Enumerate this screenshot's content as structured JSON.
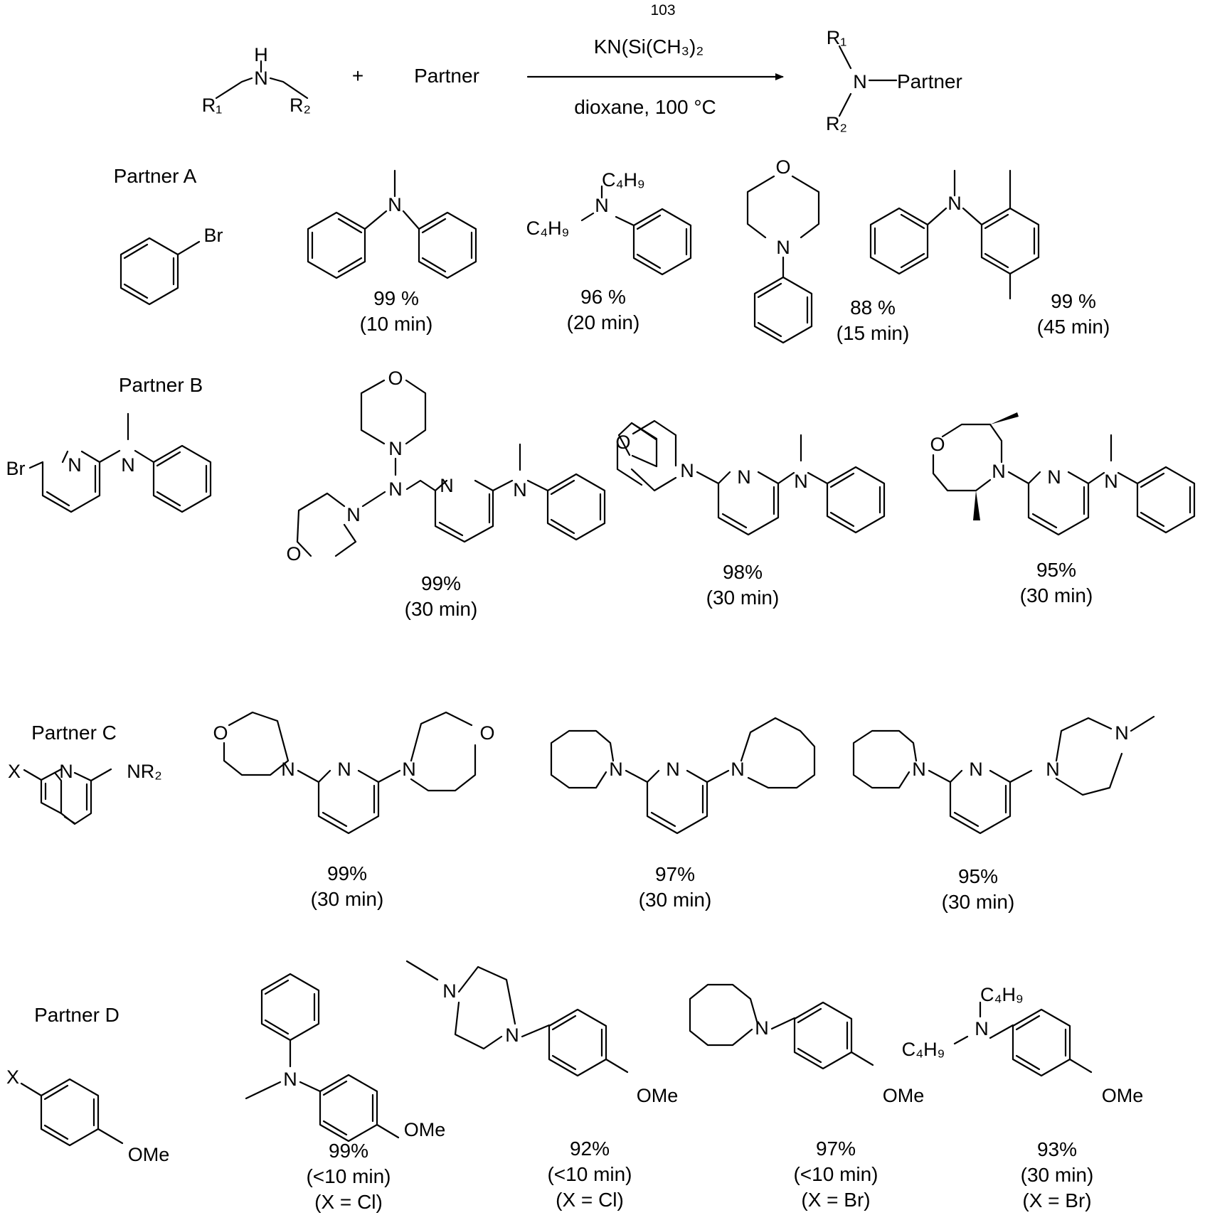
{
  "page_number": "103",
  "reaction": {
    "reactant_partner": "Partner",
    "plus": "+",
    "reagent": "KN(Si(CH₃)₂",
    "conditions": "dioxane, 100 °C",
    "product_partner": "Partner"
  },
  "atoms": {
    "N": "N",
    "H": "H",
    "O": "O",
    "Br": "Br",
    "X": "X",
    "OMe": "OMe",
    "R1": "R₁",
    "R2": "R₂",
    "C4H9": "C₄H₉",
    "NR2": "NR₂"
  },
  "rows": [
    {
      "label": "Partner A",
      "products": [
        {
          "yield": "99 %",
          "time": "(10 min)"
        },
        {
          "yield": "96 %",
          "time": "(20 min)"
        },
        {
          "yield": "88 %",
          "time": "(15 min)"
        },
        {
          "yield": "99 %",
          "time": "(45 min)"
        }
      ]
    },
    {
      "label": "Partner B",
      "products": [
        {
          "yield": "99%",
          "time": "(30 min)"
        },
        {
          "yield": "98%",
          "time": "(30 min)"
        },
        {
          "yield": "95%",
          "time": "(30 min)"
        }
      ]
    },
    {
      "label": "Partner C",
      "products": [
        {
          "yield": "99%",
          "time": "(30 min)"
        },
        {
          "yield": "97%",
          "time": "(30 min)"
        },
        {
          "yield": "95%",
          "time": "(30 min)"
        }
      ]
    },
    {
      "label": "Partner D",
      "products": [
        {
          "yield": "99%",
          "time": "(<10 min)",
          "halide": "(X = Cl)"
        },
        {
          "yield": "92%",
          "time": "(<10 min)",
          "halide": "(X = Cl)"
        },
        {
          "yield": "97%",
          "time": "(<10 min)",
          "halide": "(X = Br)"
        },
        {
          "yield": "93%",
          "time": "(30 min)",
          "halide": "(X = Br)"
        }
      ]
    }
  ]
}
